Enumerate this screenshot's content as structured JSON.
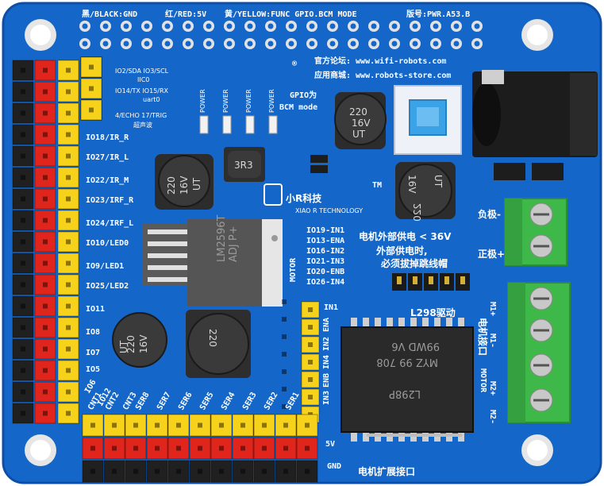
{
  "header": {
    "black": "黑/BLACK:GND",
    "red": "红/RED:5V",
    "yellow": "黄/YELLOW:FUNC GPIO.BCM MODE",
    "version": "版号:PWR.A53.B"
  },
  "forum": "官方论坛: www.wifi-robots.com",
  "store": "应用商城: www.robots-store.com",
  "registered": "®",
  "gpio_note": [
    "GPIO为",
    "BCM mode"
  ],
  "i2c": [
    "IO2/SDA IO3/SCL",
    "IIC0"
  ],
  "uart": [
    "IO14/TX IO15/RX",
    "uart0"
  ],
  "echo": [
    "4/ECHO 17/TRIG",
    "超声波"
  ],
  "power_labels": [
    "POWER",
    "POWER",
    "POWER",
    "POWER"
  ],
  "left_labels": [
    "IO18/IR_R",
    "IO27/IR_L",
    "IO22/IR_M",
    "IO23/IRF_R",
    "IO24/IRF_L",
    "IO10/LED0",
    "IO9/LED1",
    "IO25/LED2",
    "IO11",
    "IO8",
    "IO7",
    "IO5",
    "IO6",
    "IO12"
  ],
  "motor_pins": [
    "IO19-IN1",
    "IO13-ENA",
    "IO16-IN2",
    "IO21-IN3",
    "IO20-ENB",
    "IO26-IN4"
  ],
  "motor_label": "MOTOR",
  "supply": [
    "电机外部供电 < 36V",
    "外部供电时,",
    "必须拔掉跳线帽"
  ],
  "terminal_top": [
    "负极-",
    "正极+"
  ],
  "terminal_motor": [
    "M1+",
    "M1-",
    "M2+",
    "M2-"
  ],
  "motor_port_cn": "电机接口",
  "motor_port_en": "MOTOR",
  "driver_title": "L298驱动",
  "driver_pins": [
    "IN1",
    "ENA",
    "IN2",
    "IN4",
    "ENB",
    "IN3"
  ],
  "servo_labels": [
    "SER8",
    "SER7",
    "SER6",
    "SER5",
    "SER4",
    "SER3",
    "SER2",
    "SER1"
  ],
  "servo_extra": [
    "CNT1",
    "CNT2",
    "CNT3"
  ],
  "bottom_right": {
    "v5": "5V",
    "gnd": "GND",
    "ext": "电机扩展接口"
  },
  "logo": {
    "name": "小R科技",
    "sub": "XIAO R TECHNOLOGY",
    "tm": "TM"
  },
  "components": {
    "cap1": [
      "220",
      "16V",
      "UT"
    ],
    "cap2": [
      "220",
      "16V",
      "UT"
    ],
    "cap3": [
      "220",
      "16V",
      "UT"
    ],
    "cap4": [
      "220",
      "16V",
      "UT"
    ],
    "inductor_small": "3R3",
    "inductor_big": "220",
    "regulator": [
      "LM2596T",
      "ADJ P+"
    ],
    "l298": [
      "L298P",
      "MYZ 99 708",
      "99WD V6"
    ]
  },
  "colors": {
    "pcb": "#1466c8",
    "pcb_edge": "#0d4fa8",
    "header_black": "#202020",
    "header_red": "#e0251c",
    "header_yellow": "#f7d21a",
    "terminal_green": "#3fb84a"
  }
}
